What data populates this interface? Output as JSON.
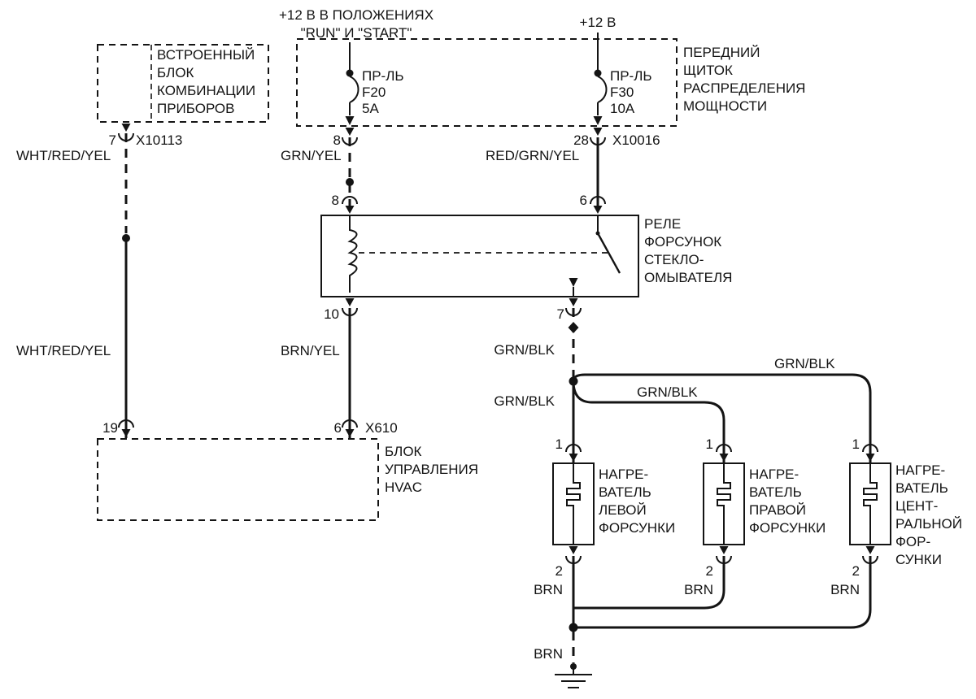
{
  "colors": {
    "line": "#141414",
    "background": "#ffffff"
  },
  "header": {
    "ignition_line1": "+12 В В ПОЛОЖЕНИЯХ",
    "ignition_line2": "\"RUN\" И \"START\"",
    "battery": "+12 В"
  },
  "blocks": {
    "cluster": {
      "lines": [
        "ВСТРОЕННЫЙ",
        "БЛОК",
        "КОМБИНАЦИИ",
        "ПРИБОРОВ"
      ]
    },
    "power_panel": {
      "lines": [
        "ПЕРЕДНИЙ",
        "ЩИТОК",
        "РАСПРЕДЕЛЕНИЯ",
        "МОЩНОСТИ"
      ]
    },
    "relay": {
      "lines": [
        "РЕЛЕ",
        "ФОРСУНОК",
        "СТЕКЛО-",
        "ОМЫВАТЕЛЯ"
      ]
    },
    "hvac": {
      "lines": [
        "БЛОК",
        "УПРАВЛЕНИЯ",
        "HVAC"
      ]
    },
    "heater_left": {
      "lines": [
        "НАГРЕ-",
        "ВАТЕЛЬ",
        "ЛЕВОЙ",
        "ФОРСУНКИ"
      ]
    },
    "heater_right": {
      "lines": [
        "НАГРЕ-",
        "ВАТЕЛЬ",
        "ПРАВОЙ",
        "ФОРСУНКИ"
      ]
    },
    "heater_center": {
      "lines": [
        "НАГРЕ-",
        "ВАТЕЛЬ",
        "ЦЕНТ-",
        "РАЛЬНОЙ",
        "ФОР-",
        "СУНКИ"
      ]
    }
  },
  "fuses": {
    "f20": {
      "prefix": "ПР-ЛЬ",
      "name": "F20",
      "rating": "5А"
    },
    "f30": {
      "prefix": "ПР-ЛЬ",
      "name": "F30",
      "rating": "10А"
    }
  },
  "pins": {
    "cluster_out": "7",
    "cluster_connector": "X10113",
    "fuse_f20_out": "8",
    "fuse_f30_out": "28",
    "panel_connector": "X10016",
    "relay_coil_in": "8",
    "relay_switch_in": "6",
    "relay_coil_out": "10",
    "relay_switch_out": "7",
    "hvac_in_1": "19",
    "hvac_in_2": "6",
    "hvac_connector": "X610",
    "heater_in": "1",
    "heater_out": "2"
  },
  "wires": {
    "wht_red_yel": "WHT/RED/YEL",
    "grn_yel": "GRN/YEL",
    "red_grn_yel": "RED/GRN/YEL",
    "brn_yel": "BRN/YEL",
    "grn_blk": "GRN/BLK",
    "brn": "BRN"
  }
}
